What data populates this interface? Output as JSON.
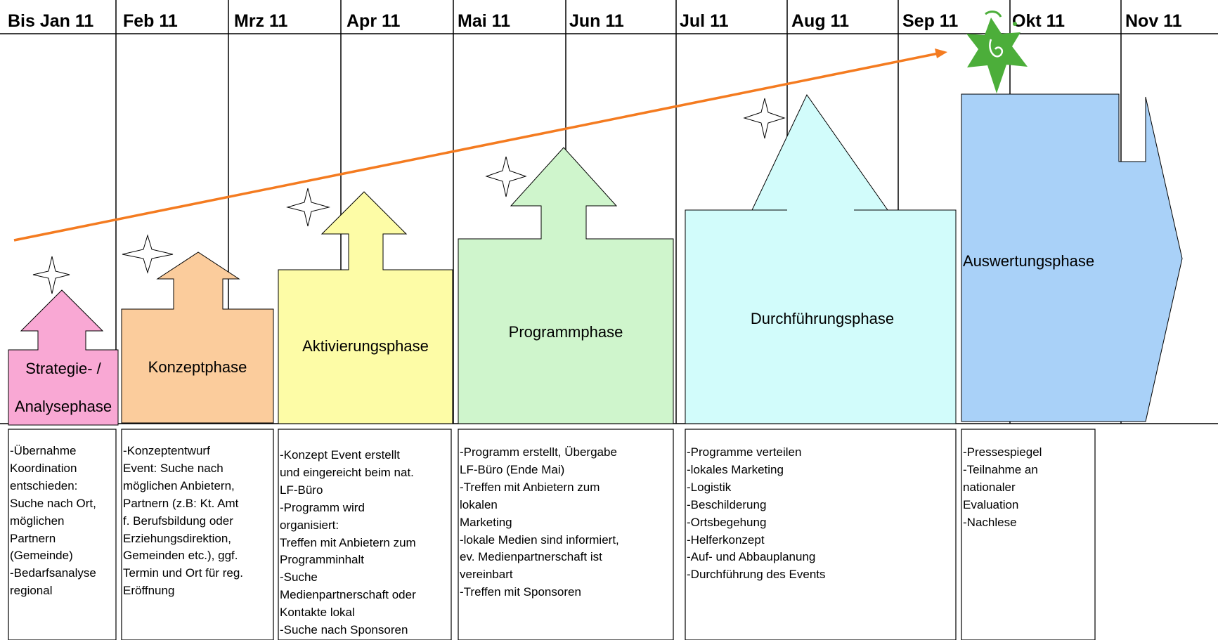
{
  "months": [
    "Bis Jan 11",
    "Feb 11",
    "Mrz 11",
    "Apr 11",
    "Mai 11",
    "Jun 11",
    "Jul 11",
    "Aug 11",
    "Sep 11",
    "Okt 11",
    "Nov 11"
  ],
  "colors": {
    "strategie": "#f9a8d4",
    "konzept": "#fbcc9c",
    "aktivierung": "#fdfca6",
    "programm": "#cff5cc",
    "durchfuehrung": "#d2fcfb",
    "auswertung": "#a9d1f8",
    "trend_arrow": "#f47b20",
    "logo": "#4cae3a"
  },
  "phases": {
    "strategie": [
      "Strategie- /",
      "Analysephase"
    ],
    "konzept": "Konzeptphase",
    "aktivierung": "Aktivierungsphase",
    "programm": "Programmphase",
    "durchfuehrung": "Durchführungsphase",
    "auswertung": "Auswertungsphase"
  },
  "notes": {
    "strategie": [
      "-Übernahme",
      "Koordination",
      "entschieden:",
      "Suche nach Ort,",
      "möglichen",
      "Partnern",
      "(Gemeinde)",
      "-Bedarfsanalyse",
      "regional"
    ],
    "konzept": [
      "-Konzeptentwurf",
      "Event: Suche nach",
      "möglichen Anbietern,",
      "Partnern (z.B: Kt. Amt",
      "f. Berufsbildung oder",
      "Erziehungsdirektion,",
      "Gemeinden etc.), ggf.",
      "Termin und Ort für reg.",
      "Eröffnung"
    ],
    "aktivierung": [
      "-Konzept Event erstellt",
      "und eingereicht beim nat.",
      "LF-Büro",
      "-Programm wird",
      "organisiert:",
      "Treffen mit Anbietern zum",
      "Programminhalt",
      "-Suche",
      "Medienpartnerschaft oder",
      "Kontakte lokal",
      "-Suche nach Sponsoren"
    ],
    "programm": [
      "-Programm erstellt, Übergabe",
      "LF-Büro (Ende Mai)",
      "-Treffen mit Anbietern zum",
      "lokalen",
      "Marketing",
      "-lokale Medien sind informiert,",
      "ev. Medienpartnerschaft ist",
      "vereinbart",
      "-Treffen mit Sponsoren"
    ],
    "durchfuehrung": [
      "-Programme verteilen",
      "-lokales Marketing",
      "-Logistik",
      "-Beschilderung",
      "-Ortsbegehung",
      "-Helferkonzept",
      "-Auf- und Abbauplanung",
      "-Durchführung des Events"
    ],
    "auswertung": [
      "-Pressespiegel",
      "-Teilnahme an",
      "nationaler",
      "Evaluation",
      "-Nachlese"
    ]
  }
}
